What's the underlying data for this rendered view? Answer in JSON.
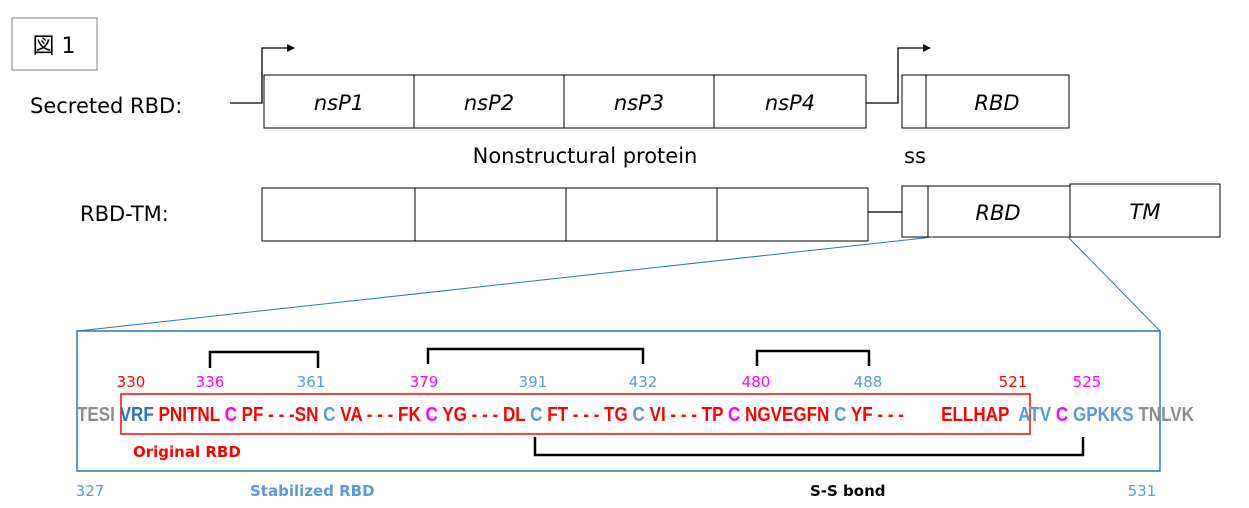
{
  "figure_label": "図 1",
  "constructs": {
    "secreted": {
      "label": "Secreted RBD:",
      "nsp_boxes": [
        "nsP1",
        "nsP2",
        "nsP3",
        "nsP4"
      ],
      "rbd_label": "RBD"
    },
    "rbd_tm": {
      "label": "RBD-TM:",
      "rbd_label": "RBD",
      "tm_label": "TM"
    },
    "nonstructural_label": "Nonstructural protein",
    "ss_label": "ss"
  },
  "sequence": {
    "segments": [
      {
        "text": "TESI",
        "color": "#8c8c8c"
      },
      {
        "text": "VRF",
        "color": "#2e75b6"
      },
      {
        "text": "PNITNL",
        "color": "#ff0000"
      },
      {
        "text": "C",
        "color": "#ff00ff"
      },
      {
        "text": "PF - - -SN",
        "color": "#ff0000"
      },
      {
        "text": "C",
        "color": "#5b9bd5"
      },
      {
        "text": "VA - - - FK",
        "color": "#ff0000"
      },
      {
        "text": "C",
        "color": "#ff00ff"
      },
      {
        "text": "YG - - - DL",
        "color": "#ff0000"
      },
      {
        "text": "C",
        "color": "#5b9bd5"
      },
      {
        "text": "FT - - - TG",
        "color": "#ff0000"
      },
      {
        "text": "C",
        "color": "#5b9bd5"
      },
      {
        "text": "VI - - - TP",
        "color": "#ff0000"
      },
      {
        "text": "C",
        "color": "#ff00ff"
      },
      {
        "text": "NGVEGFN",
        "color": "#ff0000"
      },
      {
        "text": "C",
        "color": "#5b9bd5"
      },
      {
        "text": "YF - - -",
        "color": "#ff0000"
      },
      {
        "text": "ELLHAP",
        "color": "#ff0000"
      },
      {
        "text": "ATV",
        "color": "#5b9bd5"
      },
      {
        "text": "C",
        "color": "#ff00ff"
      },
      {
        "text": "GPKKS",
        "color": "#5b9bd5"
      },
      {
        "text": "TNLVK",
        "color": "#8c8c8c"
      }
    ],
    "position_labels": [
      {
        "text": "330",
        "color": "#ff0000"
      },
      {
        "text": "336",
        "color": "#ff00ff"
      },
      {
        "text": "361",
        "color": "#5b9bd5"
      },
      {
        "text": "379",
        "color": "#ff00ff"
      },
      {
        "text": "391",
        "color": "#5b9bd5"
      },
      {
        "text": "432",
        "color": "#5b9bd5"
      },
      {
        "text": "480",
        "color": "#ff00ff"
      },
      {
        "text": "488",
        "color": "#5b9bd5"
      },
      {
        "text": "521",
        "color": "#ff0000"
      },
      {
        "text": "525",
        "color": "#ff00ff"
      },
      {
        "text": "327",
        "color": "#5b9bd5"
      },
      {
        "text": "531",
        "color": "#5b9bd5"
      }
    ],
    "original_rbd_label": "Original RBD",
    "stabilized_rbd_label": "Stabilized RBD",
    "ss_bond_label": "S-S bond"
  },
  "colors": {
    "original": "#ff0000",
    "stabilized": "#2e75b6",
    "stabilized_light": "#5b9bd5",
    "cys_magenta": "#ff00ff",
    "flank_gray": "#8c8c8c"
  }
}
